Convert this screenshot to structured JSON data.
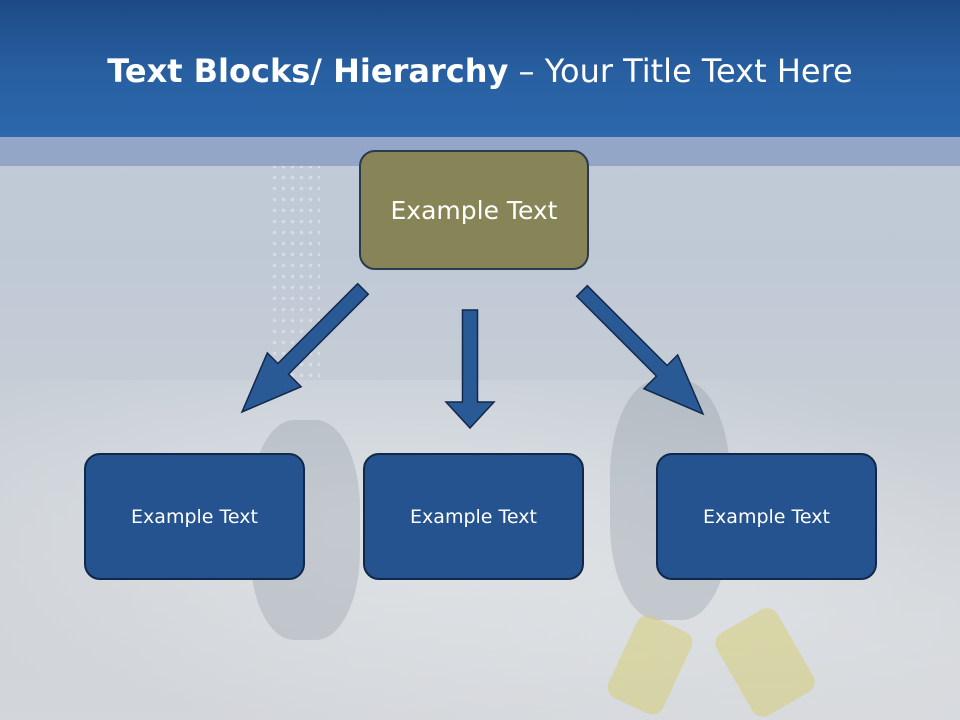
{
  "slide": {
    "title_bold": "Text Blocks/ Hierarchy",
    "title_rest": " – Your Title Text Here"
  },
  "hierarchy": {
    "top": "Example Text",
    "children": [
      "Example Text",
      "Example Text",
      "Example Text"
    ]
  },
  "colors": {
    "header": "#2860a2",
    "top_box": "#878557",
    "child_box": "#245390",
    "arrow": "#2a5a96"
  },
  "background": "underwater-divers-photo"
}
